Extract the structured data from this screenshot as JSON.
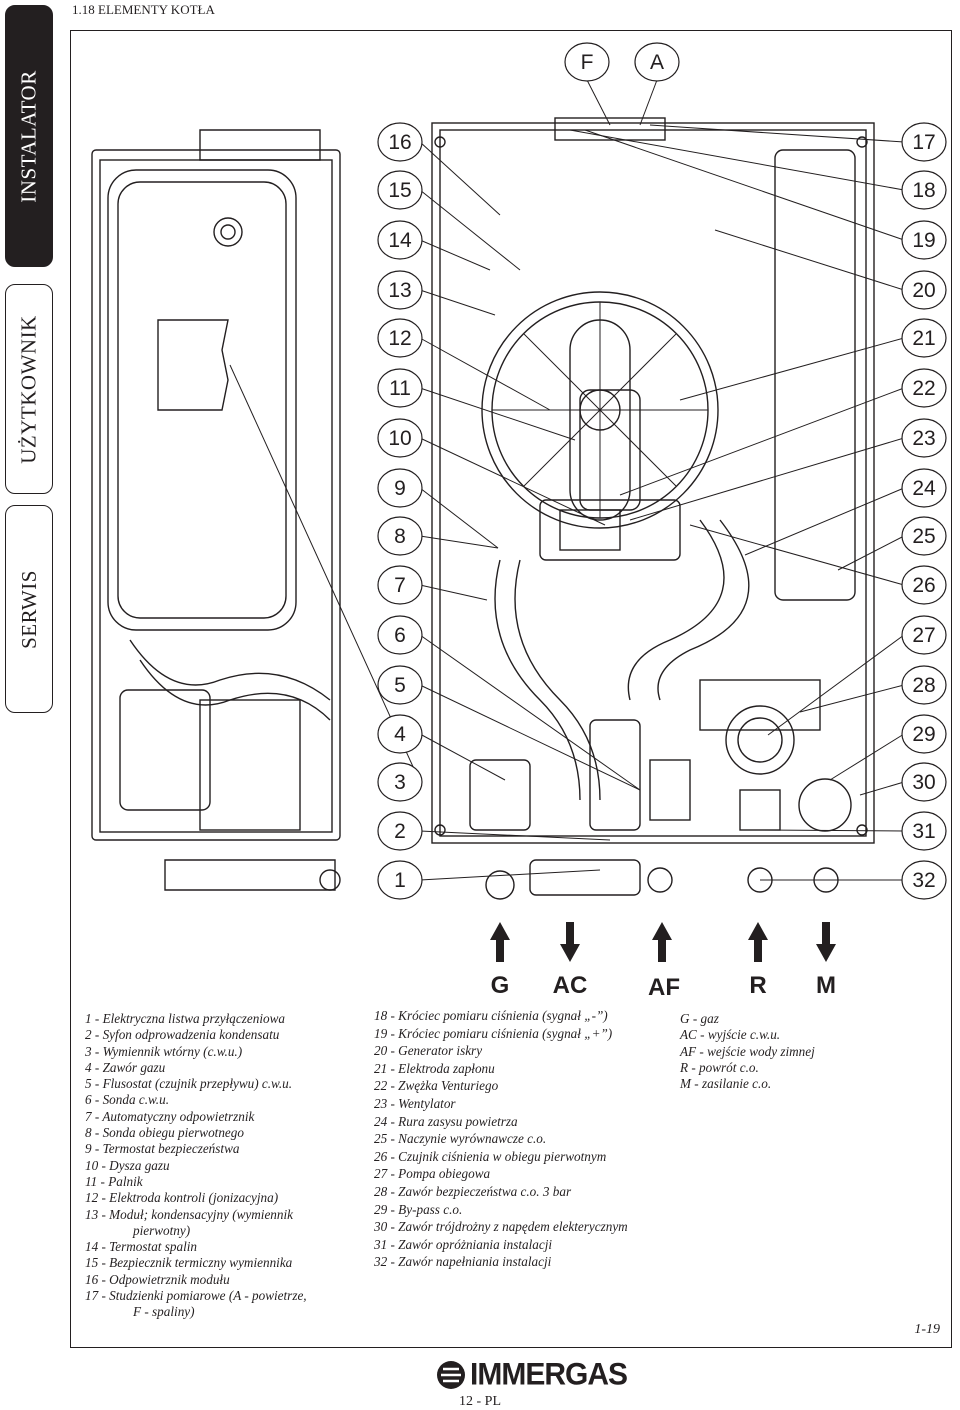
{
  "header": {
    "title": "1.18 ELEMENTY KOTŁA"
  },
  "side_tabs": [
    {
      "label": "INSTALATOR",
      "active": true
    },
    {
      "label": "UŻYTKOWNIK",
      "active": false
    },
    {
      "label": "SERWIS",
      "active": false
    }
  ],
  "callouts": {
    "left": [
      "16",
      "15",
      "14",
      "13",
      "12",
      "11",
      "10",
      "9",
      "8",
      "7",
      "6",
      "5",
      "4",
      "3",
      "2",
      "1"
    ],
    "right": [
      "17",
      "18",
      "19",
      "20",
      "21",
      "22",
      "23",
      "24",
      "25",
      "26",
      "27",
      "28",
      "29",
      "30",
      "31",
      "32"
    ],
    "top": [
      "F",
      "A"
    ]
  },
  "connections": [
    {
      "code": "G",
      "direction": "up"
    },
    {
      "code": "AC",
      "direction": "down"
    },
    {
      "code": "AF",
      "direction": "up"
    },
    {
      "code": "R",
      "direction": "up"
    },
    {
      "code": "M",
      "direction": "down"
    }
  ],
  "legend_col1": [
    "1 - Elektryczna listwa przyłączeniowa",
    "2 - Syfon odprowadzenia kondensatu",
    "3 - Wymiennik wtórny (c.w.u.)",
    "4 - Zawór gazu",
    "5 - Flusostat (czujnik przepływu) c.w.u.",
    "6 - Sonda c.w.u.",
    "7 - Automatyczny odpowietrznik",
    "8 - Sonda obiegu pierwotnego",
    "9 - Termostat bezpieczeństwa",
    "10 - Dysza gazu",
    "11 - Palnik",
    "12 - Elektroda kontroli (jonizacyjna)",
    "13 - Moduł; kondensacyjny (wymiennik",
    "pierwotny)",
    "14 - Termostat spalin",
    "15 - Bezpiecznik termiczny wymiennika",
    "16 - Odpowietrznik modułu",
    "17 - Studzienki pomiarowe (A - powietrze,",
    "F - spaliny)"
  ],
  "legend_col2": [
    "18 - Króciec pomiaru ciśnienia (sygnał „-”)",
    "19 - Króciec pomiaru ciśnienia (sygnał „+”)",
    "20 - Generator iskry",
    "21 - Elektroda zapłonu",
    "22 - Zwężka Venturiego",
    "23 - Wentylator",
    "24 - Rura zasysu powietrza",
    "25 - Naczynie wyrównawcze c.o.",
    "26 - Czujnik ciśnienia w obiegu pierwotnym",
    "27 - Pompa obiegowa",
    "28 - Zawór bezpieczeństwa c.o. 3 bar",
    "29 - By-pass c.o.",
    "30 - Zawór trójdrożny z napędem elekterycznym",
    "31 - Zawór opróżniania instalacji",
    "32 - Zawór napełniania instalacji"
  ],
  "legend_col3": [
    "G - gaz",
    "AC - wyjście c.w.u.",
    "AF - wejście wody zimnej",
    "R - powrót c.o.",
    "M - zasilanie c.o."
  ],
  "figure_ref": "1-19",
  "brand": "IMMERGAS",
  "page_number": "12 - PL"
}
